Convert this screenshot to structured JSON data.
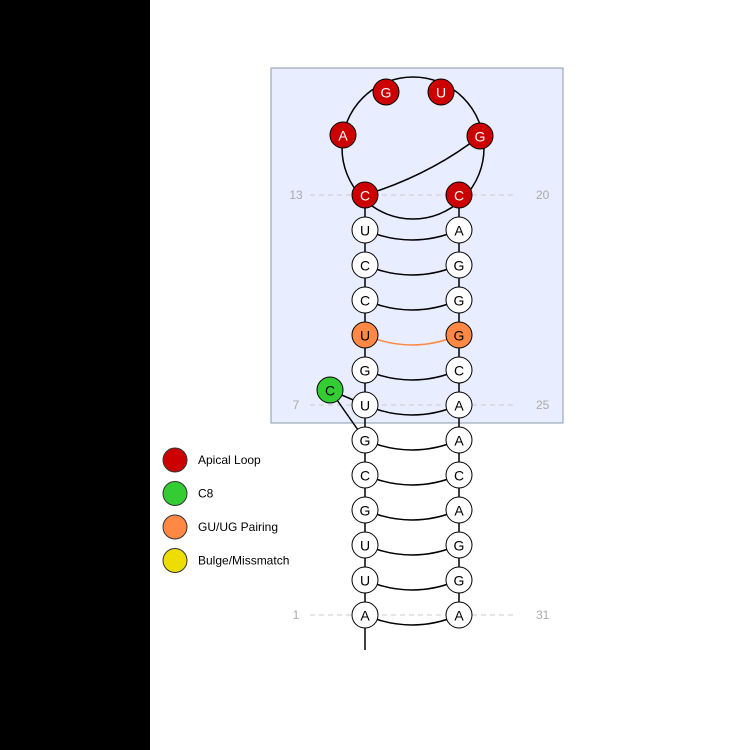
{
  "colors": {
    "apical": "#cc0000",
    "c8": "#33cc33",
    "gu": "#ff8844",
    "bulge": "#eedd00",
    "box_fill": "#e8eeff",
    "box_stroke": "#8899aa"
  },
  "legend": [
    {
      "label": "Apical Loop",
      "color_key": "apical"
    },
    {
      "label": "C8",
      "color_key": "c8"
    },
    {
      "label": "GU/UG Pairing",
      "color_key": "gu"
    },
    {
      "label": "Bulge/Missmatch",
      "color_key": "bulge"
    }
  ],
  "sequence": {
    "left_strand": [
      "A",
      "U",
      "U",
      "G",
      "C",
      "G",
      "U",
      "G",
      "U",
      "C",
      "C",
      "U",
      "C"
    ],
    "left_types": [
      "normal",
      "normal",
      "normal",
      "normal",
      "normal",
      "normal",
      "normal",
      "normal",
      "gu",
      "normal",
      "normal",
      "normal",
      "apical"
    ],
    "bulge": {
      "base": "C",
      "type": "c8"
    },
    "loop": [
      "A",
      "G",
      "U",
      "G"
    ],
    "right_strand": [
      "C",
      "A",
      "G",
      "G",
      "G",
      "C",
      "A",
      "A",
      "C",
      "A",
      "G",
      "G",
      "A"
    ],
    "right_types": [
      "apical",
      "normal",
      "normal",
      "normal",
      "gu",
      "normal",
      "normal",
      "normal",
      "normal",
      "normal",
      "normal",
      "normal",
      "normal"
    ]
  },
  "position_labels": [
    "1",
    "31",
    "7",
    "25",
    "13",
    "20"
  ]
}
